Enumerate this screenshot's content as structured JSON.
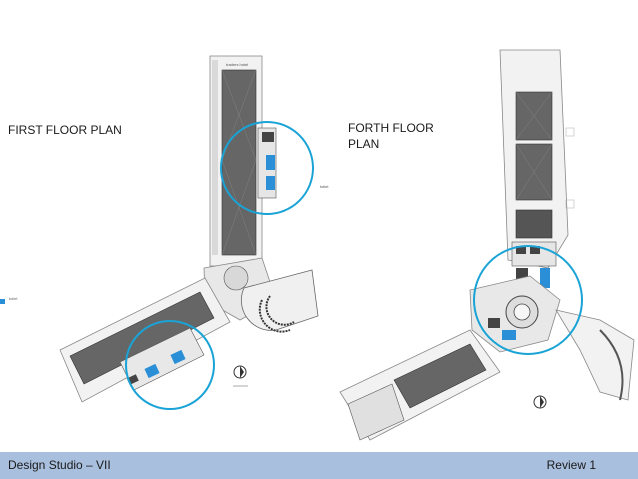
{
  "slide": {
    "first_floor_label": "FIRST FLOOR PLAN",
    "forth_floor_label": "FORTH FLOOR PLAN",
    "footer_left": "Design Studio – VII",
    "footer_right": "Review 1",
    "legend_text": "toilet",
    "hotel_sign": "traders hotel",
    "toilet_tag": "toilet"
  },
  "colors": {
    "highlight_circle": "#1aa3d6",
    "toilet_blue": "#2a8fd6",
    "footer_bg": "#a9bfde",
    "room_dark": "#555555"
  }
}
